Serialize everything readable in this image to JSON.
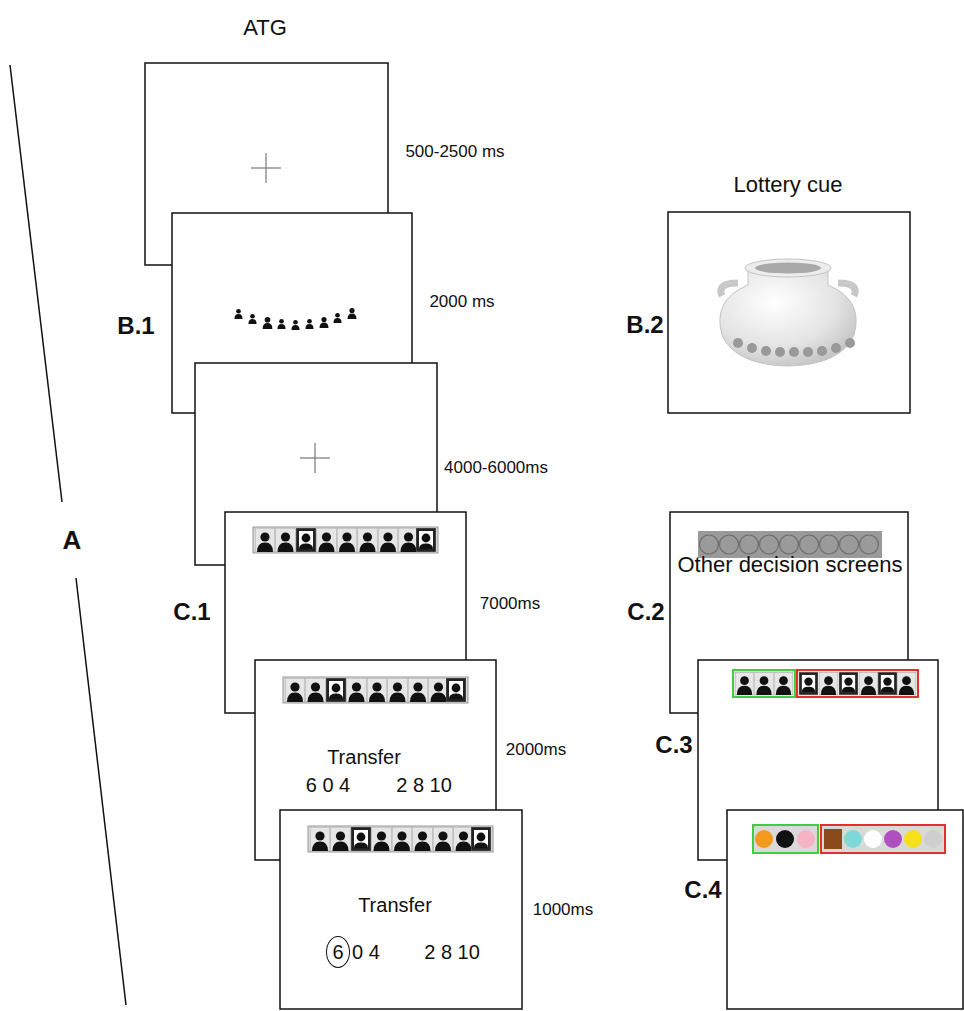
{
  "diagram": {
    "nodes": [
      {
        "text": [
          "Transfer",
          "6 0 4",
          "2 8 10"
        ]
      },
      {
        "text": [
          "Transfer",
          "0 4",
          "2 8 10"
        ]
      },
      {
        "text": [
          "6"
        ],
        "in": 1
      }
    ],
    "labels": [
      "ATG",
      "500-2500 ms",
      "B.1",
      "2000 ms",
      "A",
      "4000-6000ms",
      "C.1",
      "7000ms",
      "2000ms",
      "1000ms",
      "Lottery cue",
      "B.2",
      "Other decision screens",
      "C.2",
      "C.3",
      "C.4"
    ]
  }
}
